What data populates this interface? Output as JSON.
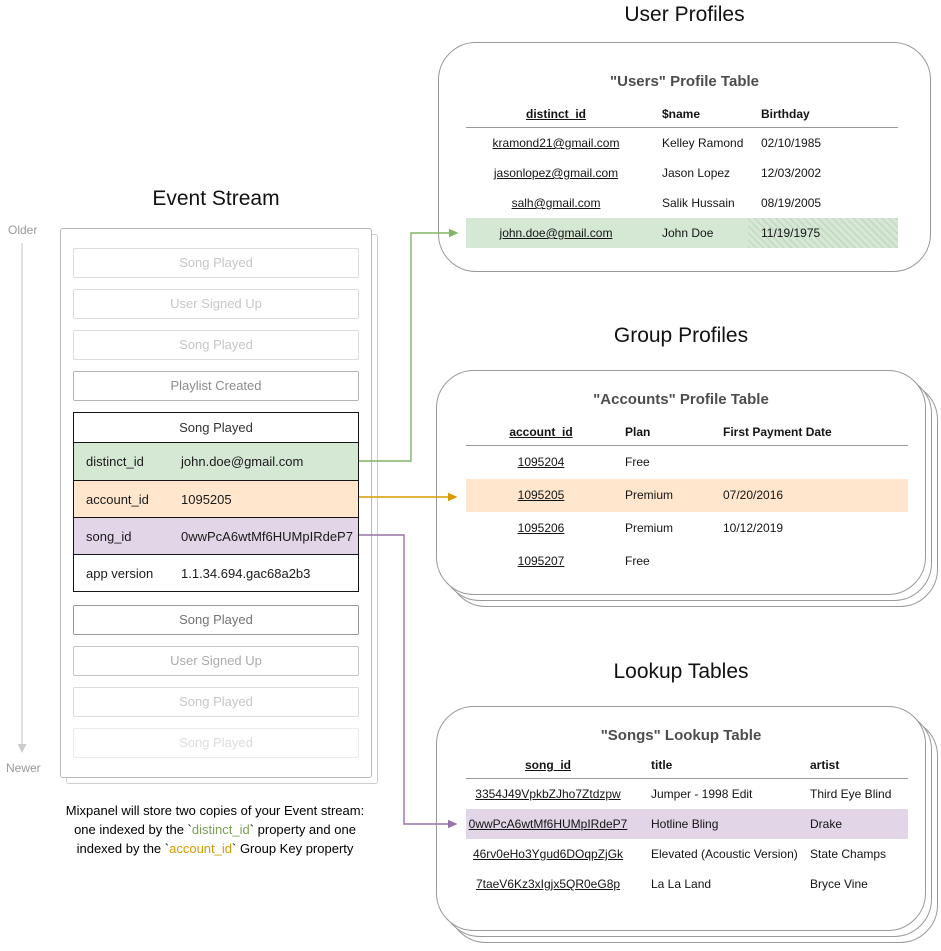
{
  "titles": {
    "event_stream": "Event Stream",
    "user_profiles": "User Profiles",
    "group_profiles": "Group Profiles",
    "lookup_tables": "Lookup Tables"
  },
  "timeline": {
    "older": "Older",
    "newer": "Newer"
  },
  "event_stream": {
    "events_before": [
      {
        "label": "Song Played"
      },
      {
        "label": "User Signed Up"
      },
      {
        "label": "Song Played"
      },
      {
        "label": "Playlist Created"
      }
    ],
    "expanded_event": {
      "title": "Song Played",
      "rows": [
        {
          "key": "distinct_id",
          "value": "john.doe@gmail.com",
          "highlight": "green"
        },
        {
          "key": "account_id",
          "value": "1095205",
          "highlight": "orange"
        },
        {
          "key": "song_id",
          "value": "0wwPcA6wtMf6HUMpIRdeP7",
          "highlight": "purple"
        },
        {
          "key": "app version",
          "value": "1.1.34.694.gac68a2b3",
          "highlight": "none"
        }
      ]
    },
    "events_after": [
      {
        "label": "Song Played"
      },
      {
        "label": "User Signed Up"
      },
      {
        "label": "Song Played"
      },
      {
        "label": "Song Played"
      }
    ]
  },
  "users_table": {
    "title": "\"Users\" Profile Table",
    "columns": {
      "c1": "distinct_id",
      "c2": "$name",
      "c3": "Birthday"
    },
    "rows": [
      {
        "id": "kramond21@gmail.com",
        "name": "Kelley Ramond",
        "birthday": "02/10/1985"
      },
      {
        "id": "jasonlopez@gmail.com",
        "name": "Jason Lopez",
        "birthday": "12/03/2002"
      },
      {
        "id": "salh@gmail.com",
        "name": "Salik Hussain",
        "birthday": "08/19/2005"
      },
      {
        "id": "john.doe@gmail.com",
        "name": "John Doe",
        "birthday": "11/19/1975"
      }
    ],
    "highlighted_row_id": "john.doe@gmail.com"
  },
  "accounts_table": {
    "title": "\"Accounts\" Profile Table",
    "columns": {
      "c1": "account_id",
      "c2": "Plan",
      "c3": "First Payment Date"
    },
    "rows": [
      {
        "id": "1095204",
        "plan": "Free",
        "date": ""
      },
      {
        "id": "1095205",
        "plan": "Premium",
        "date": "07/20/2016"
      },
      {
        "id": "1095206",
        "plan": "Premium",
        "date": "10/12/2019"
      },
      {
        "id": "1095207",
        "plan": "Free",
        "date": ""
      }
    ],
    "highlighted_row_id": "1095205"
  },
  "songs_table": {
    "title": "\"Songs\" Lookup Table",
    "columns": {
      "c1": "song_id",
      "c2": "title",
      "c3": "artist"
    },
    "rows": [
      {
        "id": "3354J49VpkbZJho7Ztdzpw",
        "title": "Jumper - 1998 Edit",
        "artist": "Third Eye Blind"
      },
      {
        "id": "0wwPcA6wtMf6HUMpIRdeP7",
        "title": "Hotline Bling",
        "artist": "Drake"
      },
      {
        "id": "46rv0eHo3Ygud6DOqpZjGk",
        "title": "Elevated (Acoustic Version)",
        "artist": "State Champs"
      },
      {
        "id": "7taeV6Kz3xIgjx5QR0eG8p",
        "title": "La La Land",
        "artist": "Bryce Vine"
      }
    ],
    "highlighted_row_id": "0wwPcA6wtMf6HUMpIRdeP7"
  },
  "caption": {
    "line1": "Mixpanel will store two copies of your Event stream:",
    "line2_pre": "one indexed by the `",
    "line2_key": "distinct_id",
    "line2_post": "` property and one",
    "line3_pre": "indexed by the `",
    "line3_key": "account_id",
    "line3_post": "` Group Key property"
  },
  "colors": {
    "green_highlight": "#d5e8d4",
    "orange_highlight": "#ffe6cc",
    "purple_highlight": "#e1d5e7",
    "green_connector": "#82b366",
    "orange_connector": "#d79b00",
    "purple_connector": "#9673a6"
  }
}
